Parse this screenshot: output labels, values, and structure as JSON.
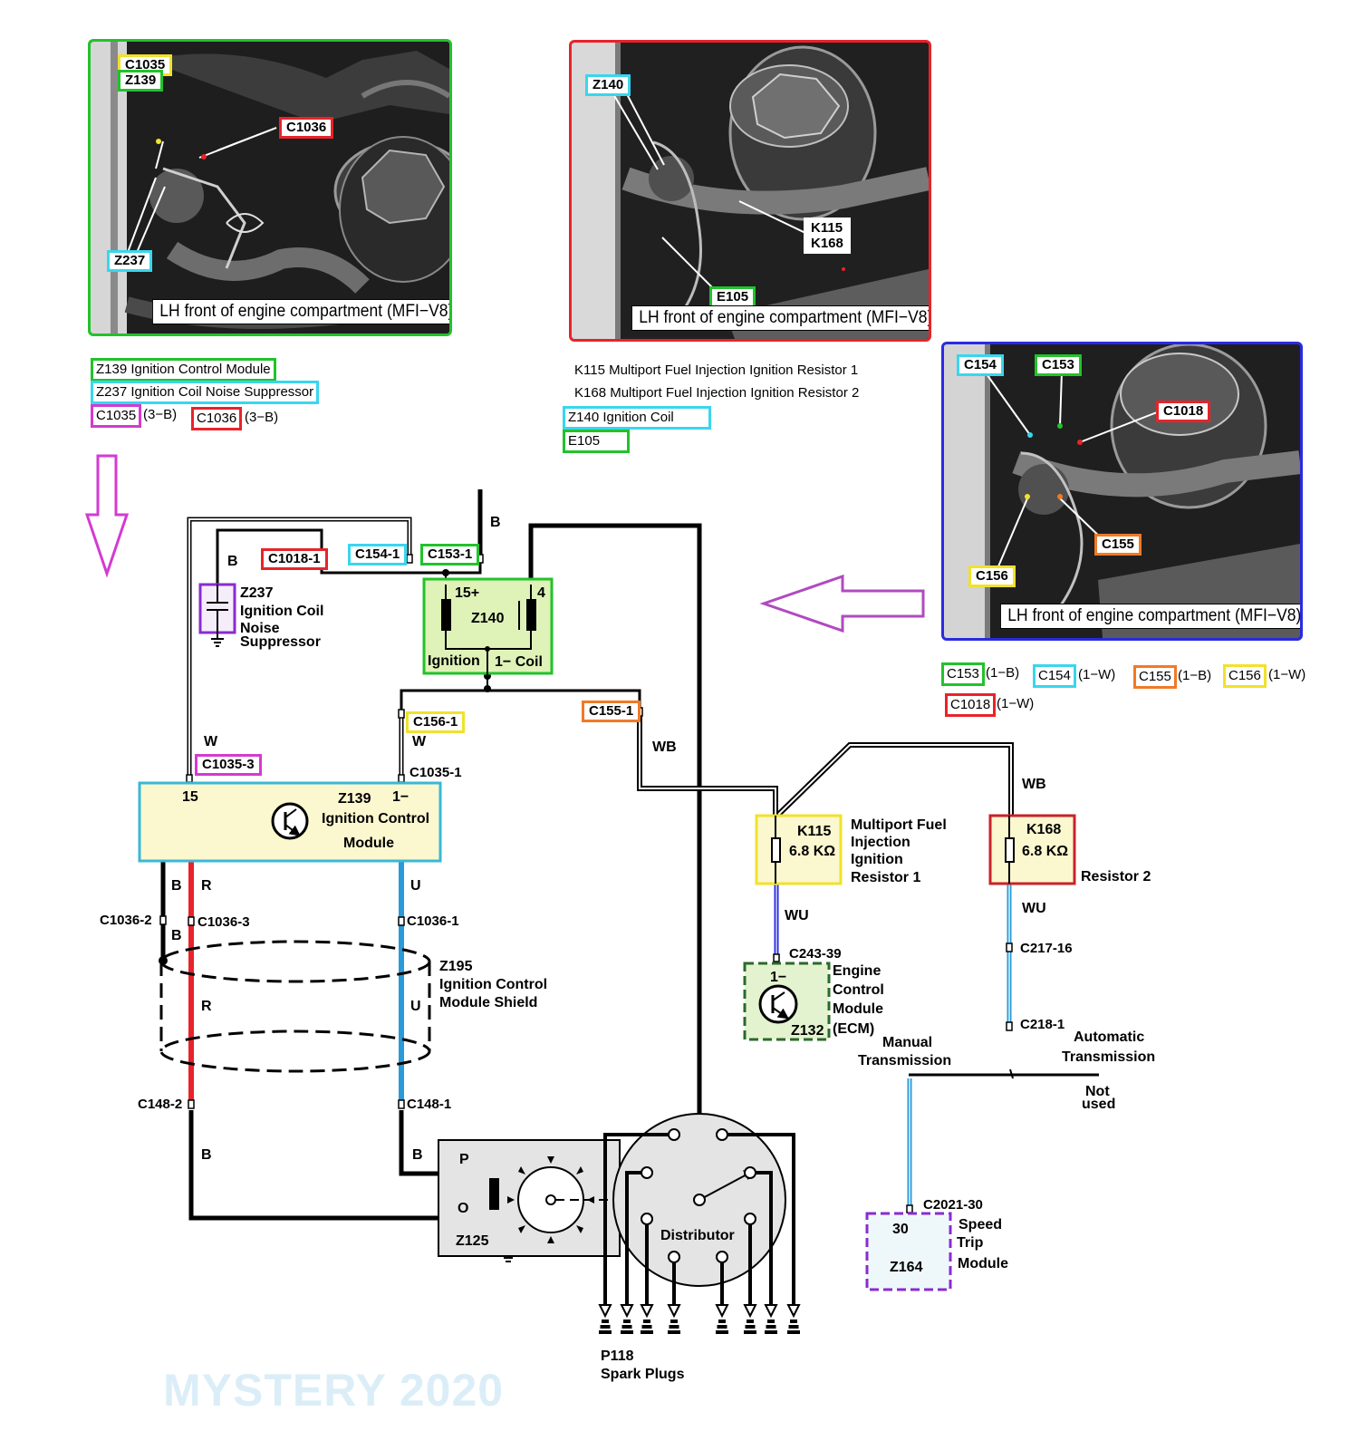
{
  "colors": {
    "green": "#22c22b",
    "red": "#e8232a",
    "cyan": "#39d6ee",
    "magenta": "#d43ad2",
    "blue": "#2a2ae0",
    "orange": "#f07a26",
    "yellow": "#f0e22b",
    "purple": "#8a2bd0",
    "wire_red": "#e8232a",
    "wire_blue": "#2a9ad8",
    "module_fill": "#fbf7cf",
    "coil_fill": "#dff2b8"
  },
  "photos": {
    "p1": {
      "caption": "LH front of engine compartment (MFI−V8)",
      "tags": [
        "C1035",
        "Z139",
        "C1036",
        "Z237"
      ]
    },
    "p2": {
      "caption": "LH front of engine compartment (MFI−V8)",
      "tags": [
        "Z140",
        "K115\nK168",
        "E105"
      ]
    },
    "p3": {
      "caption": "LH front of engine compartment (MFI−V8)",
      "tags": [
        "C154",
        "C153",
        "C1018",
        "C155",
        "C156"
      ]
    }
  },
  "legend1": {
    "items": [
      "Z139 Ignition Control Module",
      "Z237 Ignition Coil Noise Suppressor"
    ],
    "c1035": "C1035",
    "c1035_pins": "(3−B)",
    "c1036": "C1036",
    "c1036_pins": "(3−B)"
  },
  "legend2": {
    "items": [
      "K115 Multiport Fuel Injection Ignition Resistor 1",
      "K168 Multiport Fuel Injection Ignition Resistor 2",
      "Z140 Ignition Coil",
      "E105"
    ]
  },
  "legend3": {
    "c153": "C153",
    "c153_pins": "(1−B)",
    "c154": "C154",
    "c154_pins": "(1−W)",
    "c155": "C155",
    "c155_pins": "(1−B)",
    "c156": "C156",
    "c156_pins": "(1−W)",
    "c1018": "C1018",
    "c1018_pins": "(1−W)"
  },
  "diagram": {
    "wire_b": "B",
    "wire_w": "W",
    "wire_wb": "WB",
    "wire_wu": "WU",
    "wire_r": "R",
    "wire_u": "U",
    "c1018_1": "C1018-1",
    "c154_1": "C154-1",
    "c153_1": "C153-1",
    "c156_1": "C156-1",
    "c155_1": "C155-1",
    "c1035_3": "C1035-3",
    "c1035_1": "C1035-1",
    "c1036_2": "C1036-2",
    "c1036_3": "C1036-3",
    "c1036_1": "C1036-1",
    "c148_2": "C148-2",
    "c148_1": "C148-1",
    "c243_39": "C243-39",
    "c217_16": "C217-16",
    "c218_1": "C218-1",
    "c2021_30": "C2021-30",
    "z237": [
      "Z237",
      "Ignition Coil",
      "Noise",
      "Suppressor"
    ],
    "z140": {
      "id": "Z140",
      "p15": "15+",
      "p4": "4",
      "left": "Ignition",
      "right": "1− Coil"
    },
    "z139": {
      "id": "Z139",
      "name1": "Ignition Control",
      "name2": "Module",
      "p15": "15",
      "p1": "1−"
    },
    "z195": [
      "Z195",
      "Ignition Control",
      "Module Shield"
    ],
    "k115": {
      "id": "K115",
      "value": "6.8 KΩ",
      "desc": [
        "Multiport Fuel",
        "Injection",
        "Ignition",
        "Resistor 1"
      ]
    },
    "k168": {
      "id": "K168",
      "value": "6.8 KΩ",
      "desc": "Resistor 2"
    },
    "z132": {
      "id": "Z132",
      "pin": "1−",
      "desc": [
        "Engine",
        "Control",
        "Module",
        "(ECM)"
      ]
    },
    "manual": [
      "Manual",
      "Transmission"
    ],
    "automatic": [
      "Automatic",
      "Transmission"
    ],
    "not_used": [
      "Not",
      "used"
    ],
    "z164": {
      "id": "Z164",
      "pin": "30",
      "desc": [
        "Speed",
        "Trip",
        "Module"
      ]
    },
    "z125": {
      "id": "Z125",
      "p": "P",
      "o": "O"
    },
    "distributor": "Distributor",
    "p118": [
      "P118",
      "Spark Plugs"
    ]
  },
  "watermark": "MYSTERY 2020"
}
